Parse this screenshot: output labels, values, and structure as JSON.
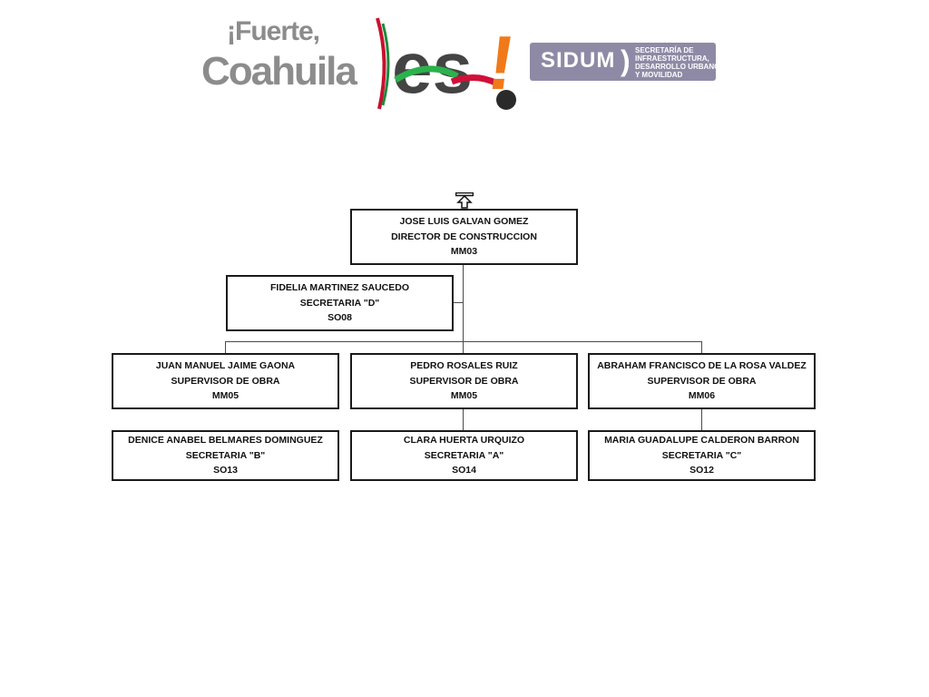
{
  "header": {
    "logo_line1": "¡Fuerte,",
    "logo_line2": "Coahuila",
    "logo_es": "es",
    "logo_bang": "!",
    "sidum": "SIDUM",
    "sidum_sub": [
      "SECRETARÍA DE",
      "INFRAESTRUCTURA,",
      "DESARROLLO URBANO",
      "Y MOVILIDAD"
    ]
  },
  "org": {
    "director": {
      "name": "JOSE LUIS GALVAN GOMEZ",
      "title": "DIRECTOR DE CONSTRUCCION",
      "code": "MM03"
    },
    "assistant": {
      "name": "FIDELIA MARTINEZ SAUCEDO",
      "title": "SECRETARIA \"D\"",
      "code": "SO08"
    },
    "supervisors": [
      {
        "name": "JUAN MANUEL JAIME GAONA",
        "title": "SUPERVISOR DE OBRA",
        "code": "MM05"
      },
      {
        "name": "PEDRO ROSALES RUIZ",
        "title": "SUPERVISOR DE OBRA",
        "code": "MM05"
      },
      {
        "name": "ABRAHAM FRANCISCO DE LA ROSA VALDEZ",
        "title": "SUPERVISOR DE OBRA",
        "code": "MM06"
      }
    ],
    "secretaries": [
      {
        "name": "DENICE ANABEL BELMARES DOMINGUEZ",
        "title": "SECRETARIA \"B\"",
        "code": "SO13"
      },
      {
        "name": "CLARA HUERTA URQUIZO",
        "title": "SECRETARIA  \"A\"",
        "code": "SO14"
      },
      {
        "name": "MARIA GUADALUPE CALDERON BARRON",
        "title": "SECRETARIA \"C\"",
        "code": "SO12"
      }
    ]
  }
}
